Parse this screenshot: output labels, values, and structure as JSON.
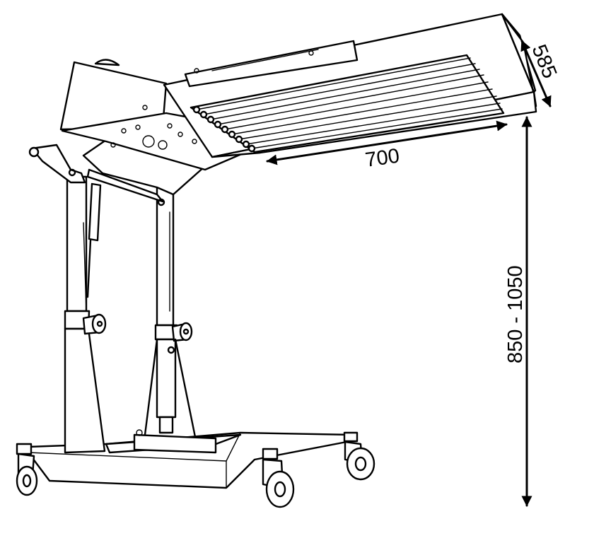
{
  "dimensions": {
    "length": "700",
    "depth": "585",
    "height_range": "850 - 1050"
  }
}
